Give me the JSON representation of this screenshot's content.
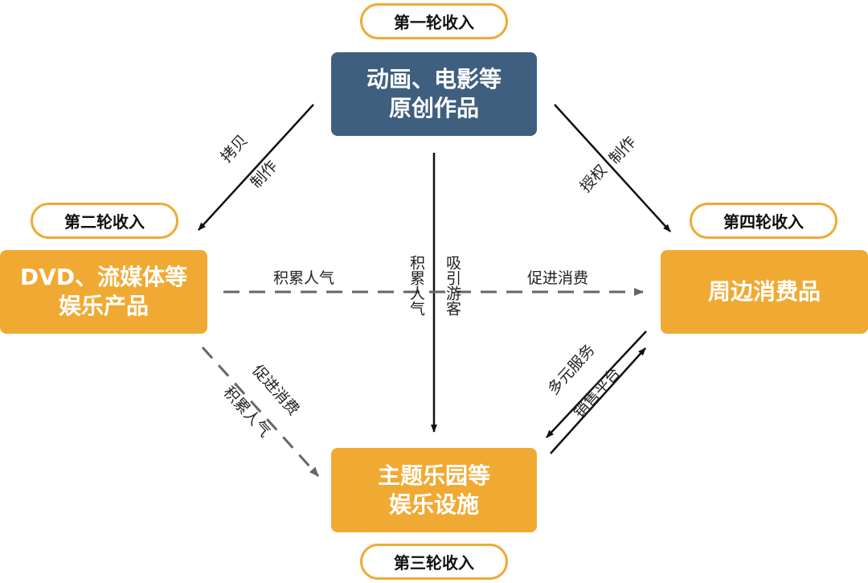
{
  "rounds": {
    "first": "第一轮收入",
    "second": "第二轮收入",
    "third": "第三轮收入",
    "fourth": "第四轮收入"
  },
  "nodes": {
    "original_works": [
      "动画、电影等",
      "原创作品"
    ],
    "dvd_streaming": [
      "DVD、流媒体等",
      "娱乐产品"
    ],
    "peripheral_goods": [
      "周边消费品"
    ],
    "theme_parks": [
      "主题乐园等",
      "娱乐设施"
    ]
  },
  "edges": {
    "copy": "拷贝",
    "make_left": "制作",
    "license": "授权",
    "make_right": "制作",
    "accumulate_popularity_center": "积累人气",
    "attract_visitors": "吸引游客",
    "accumulate_popularity_h": "积累人气",
    "promote_consumption_h": "促进消费",
    "accumulate_popularity_diag": "积累人气",
    "promote_consumption_diag": "促进消费",
    "diverse_services": "多元服务",
    "sales_platform": "销售平台"
  },
  "colors": {
    "blue_box": "#3f5f7f",
    "orange_box": "#f0aa33",
    "pill_border": "#f0aa33",
    "solid_arrow": "#111111",
    "dashed_arrow": "#666666"
  }
}
